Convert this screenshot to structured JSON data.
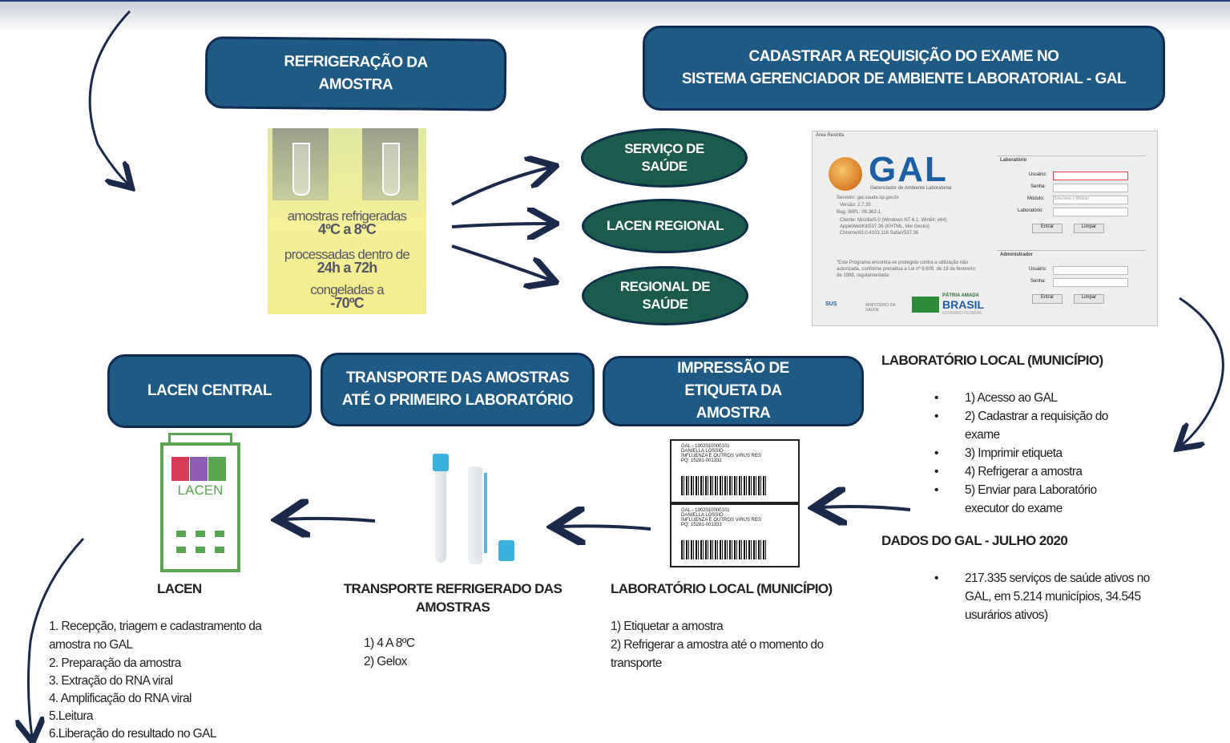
{
  "banners": {
    "refrigeracao": "REFRIGERAÇÃO DA AMOSTRA",
    "cadastrar_line1": "CADASTRAR  A REQUISIÇÃO DO EXAME  NO",
    "cadastrar_line2": "SISTEMA GERENCIADOR DE AMBIENTE LABORATORIAL  - GAL",
    "lacen_central": "LACEN CENTRAL",
    "transporte": "TRANSPORTE  DAS AMOSTRAS ATÉ  O PRIMEIRO LABORATÓRIO",
    "impressao": "IMPRESSÃO DE ETIQUETA DA AMOSTRA"
  },
  "pills": {
    "servico": "SERVIÇO DE SAÚDE",
    "lacen_regional": "LACEN REGIONAL",
    "regional_saude": "REGIONAL DE SAÚDE"
  },
  "fridge": {
    "line1": "amostras refrigeradas",
    "line2": "4ºC a 8ºC",
    "line3": "processadas dentro de",
    "line4": "24h a 72h",
    "line5": "congeladas a",
    "line6": "-70ºC"
  },
  "gal_window": {
    "area": "Área Restrita",
    "logo": "GAL",
    "subtitle": "Gerenciador de Ambiente Laboratorial",
    "info": [
      "Servidor: gal.saude.sp.gov.br",
      "Versão: 2.7.35",
      "Bug. IMPL: 09.362-1",
      "Cliente: Mozilla/5.0 (Windows NT 6.1; Win64; x64) AppleWebKit/537.36 (KHTML, like Gecko) Chrome/83.0.4103.116 Safari/537.36"
    ],
    "notice": "\"Este Programa encontra-se protegido contra a utilização não autorizada, conforme preceitua a Lei nº 9.609, de 19 de fevereiro de 1998, regulamentada",
    "laboratorio_title": "Laboratório",
    "administrador_title": "Administrador",
    "usuario": "Usuário:",
    "senha": "Senha:",
    "modulo": "Módulo:",
    "laboratorio": "Laboratório:",
    "modulo_placeholder": "Selecione o Módulo",
    "entrar": "Entrar",
    "limpar": "Limpar",
    "sus": "SUS",
    "ministerio": "MINISTÉRIO DA SAÚDE",
    "patria": "PÁTRIA AMADA",
    "brasil": "BRASIL",
    "governo": "GOVERNO FEDERAL"
  },
  "local_lab": {
    "title": "LABORATÓRIO LOCAL (MUNICÍPIO)",
    "items": [
      "1) Acesso ao GAL",
      "2) Cadastrar a requisição do exame",
      "3) Imprimir etiqueta",
      "4) Refrigerar a amostra",
      "5) Enviar para Laboratório executor do exame"
    ]
  },
  "gal_data": {
    "title": "DADOS DO GAL - JULHO 2020",
    "items": [
      "217.335 serviços de saúde ativos no GAL, em 5.214 municípios, 34.545 usurários ativos)"
    ]
  },
  "labels": [
    {
      "l1": "GAL - 1902010000101",
      "l2": "DANIELLA LOSSIO",
      "l3": "INFLUENZA E OUTROS VIRUS RES",
      "l4": "PQ: 15281-001332"
    },
    {
      "l1": "GAL - 1902010000101",
      "l2": "DANIELLA LOSSIO",
      "l3": "INFLUENZA E OUTROS VIRUS RES",
      "l4": "PQ: 15281-001333"
    }
  ],
  "etiqueta_section": {
    "title": "LABORATÓRIO LOCAL (MUNICÍPIO)",
    "items": [
      "1) Etiquetar a amostra",
      "2) Refrigerar a amostra até o momento do transporte"
    ]
  },
  "transporte_section": {
    "title": "TRANSPORTE REFRIGERADO DAS AMOSTRAS",
    "items": [
      "1)  4 A 8ºC",
      "2) Gelox"
    ]
  },
  "lacen_section": {
    "building_label": "LACEN",
    "title": "LACEN",
    "items": [
      "1. Recepção, triagem e cadastramento da amostra no GAL",
      "2. Preparação da amostra",
      "3. Extração do RNA viral",
      "4. Amplificação do RNA viral",
      "5.Leitura",
      "6.Liberação do resultado no GAL"
    ]
  },
  "colors": {
    "banner": "#1f5a85",
    "pill": "#1b5a4c",
    "arrow": "#1b2a4a"
  }
}
